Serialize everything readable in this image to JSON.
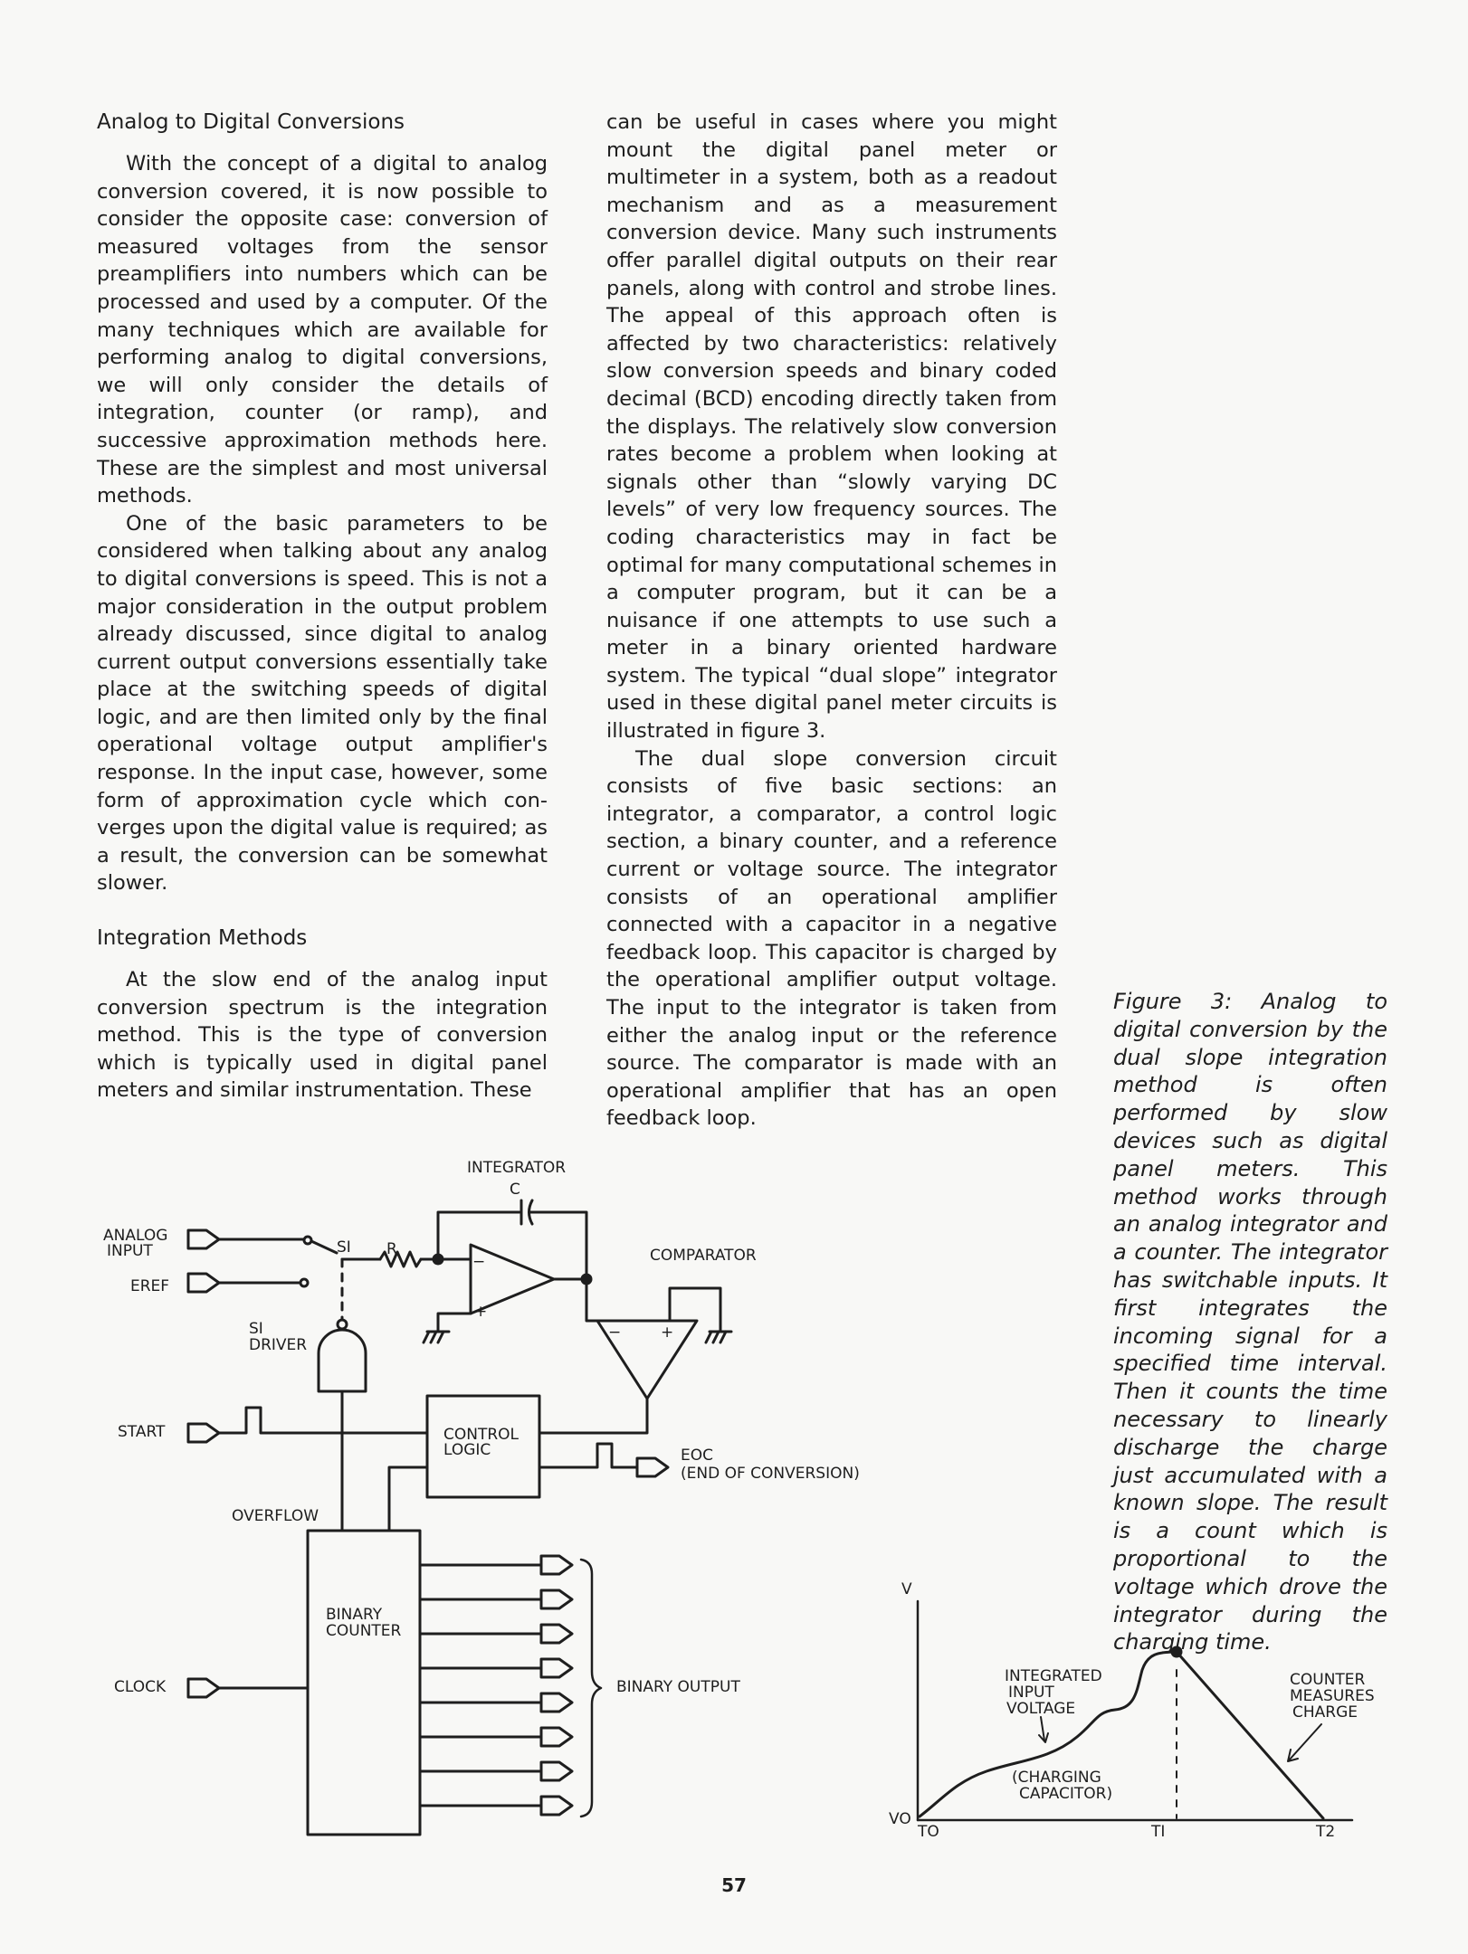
{
  "left_column": {
    "heading1": "Analog to Digital Conversions",
    "p1": "With the concept of a digital to analog conversion covered, it is now possible to consider the opposite case: conversion of measured voltages from the sensor preampli­fiers into numbers which can be processed and used by a computer. Of the many techniques which are available for per­forming analog to digital conversions, we will only consider the details of integration, counter (or ramp), and successive approxi­mation methods here. These are the simplest and most universal methods.",
    "p2": "One of the basic parameters to be considered when talking about any analog to digital conversions is speed. This is not a major consideration in the output problem already discussed, since digital to analog current output conversions essentially take place at the switching speeds of digital logic, and are then limited only by the final operational voltage output amplifier's response. In the input case, however, some form of approximation cycle which con­verges upon the digital value is required; as a result, the conversion can be somewhat slower.",
    "heading2": "Integration Methods",
    "p3": "At the slow end of the analog input conversion spectrum is the integration method. This is the type of conversion which is typically used in digital panel meters and similar instrumentation. These"
  },
  "right_column": {
    "p1": "can be useful in cases where you might mount the digital panel meter or multimeter in a system, both as a readout mechanism and as a measurement conversion device. Many such instruments offer parallel digital outputs on their rear panels, along with control and strobe lines. The appeal of this approach often is affected by two character­istics: relatively slow conversion speeds and binary coded decimal (BCD) encoding directly taken from the displays. The relatively slow conversion rates become a problem when looking at signals other than “slowly varying DC levels” of very low frequency sources. The coding character­istics may in fact be optimal for many computational schemes in a computer program, but it can be a nuisance if one attempts to use such a meter in a binary oriented hardware system. The typical “dual slope” integrator used in these digital panel meter circuits is illustrated in figure 3.",
    "p2": "The dual slope conversion circuit consists of five basic sections: an integrator, a comparator, a control logic section, a binary counter, and a reference current or voltage source. The integrator consists of an operational amplifier connected with a capacitor in a negative feedback loop. This capacitor is charged by the operational amplifier output voltage. The input to the integrator is taken from either the analog input or the reference source. The com­parator is made with an operational amplifier that has an open feedback loop."
  },
  "caption": "Figure 3: Analog to digital conversion by the dual slope integration method is often performed by slow devices such as digital panel meters. This method works through an analog integrator and a counter. The integrator has switch­able inputs. It first inte­grates the incoming signal for a specified time inter­val. Then it counts the time necessary to linearly discharge the charge just accumulated with a known slope. The result is a count which is proportional to the voltage which drove the integrator during the charging time.",
  "schematic": {
    "integrator": "INTEGRATOR",
    "cap": "C",
    "analog_input_1": "ANALOG",
    "analog_input_2": "INPUT",
    "eref": "EREF",
    "si": "SI",
    "r": "R",
    "comparator": "COMPARATOR",
    "si_driver_1": "SI",
    "si_driver_2": "DRIVER",
    "start": "START",
    "control_1": "CONTROL",
    "control_2": "LOGIC",
    "eoc_1": "EOC",
    "eoc_2": "(END OF CONVERSION)",
    "overflow": "OVERFLOW",
    "counter_1": "BINARY",
    "counter_2": "COUNTER",
    "clock": "CLOCK",
    "binary_output": "BINARY OUTPUT",
    "minus": "−",
    "plus": "+"
  },
  "graph": {
    "v": "V",
    "vo": "VO",
    "t0": "TO",
    "t1": "TI",
    "t2": "T2",
    "label1_1": "INTEGRATED",
    "label1_2": "INPUT",
    "label1_3": "VOLTAGE",
    "label2_1": "(CHARGING",
    "label2_2": "CAPACITOR)",
    "label3_1": "COUNTER",
    "label3_2": "MEASURES",
    "label3_3": "CHARGE"
  },
  "page_number": "57"
}
